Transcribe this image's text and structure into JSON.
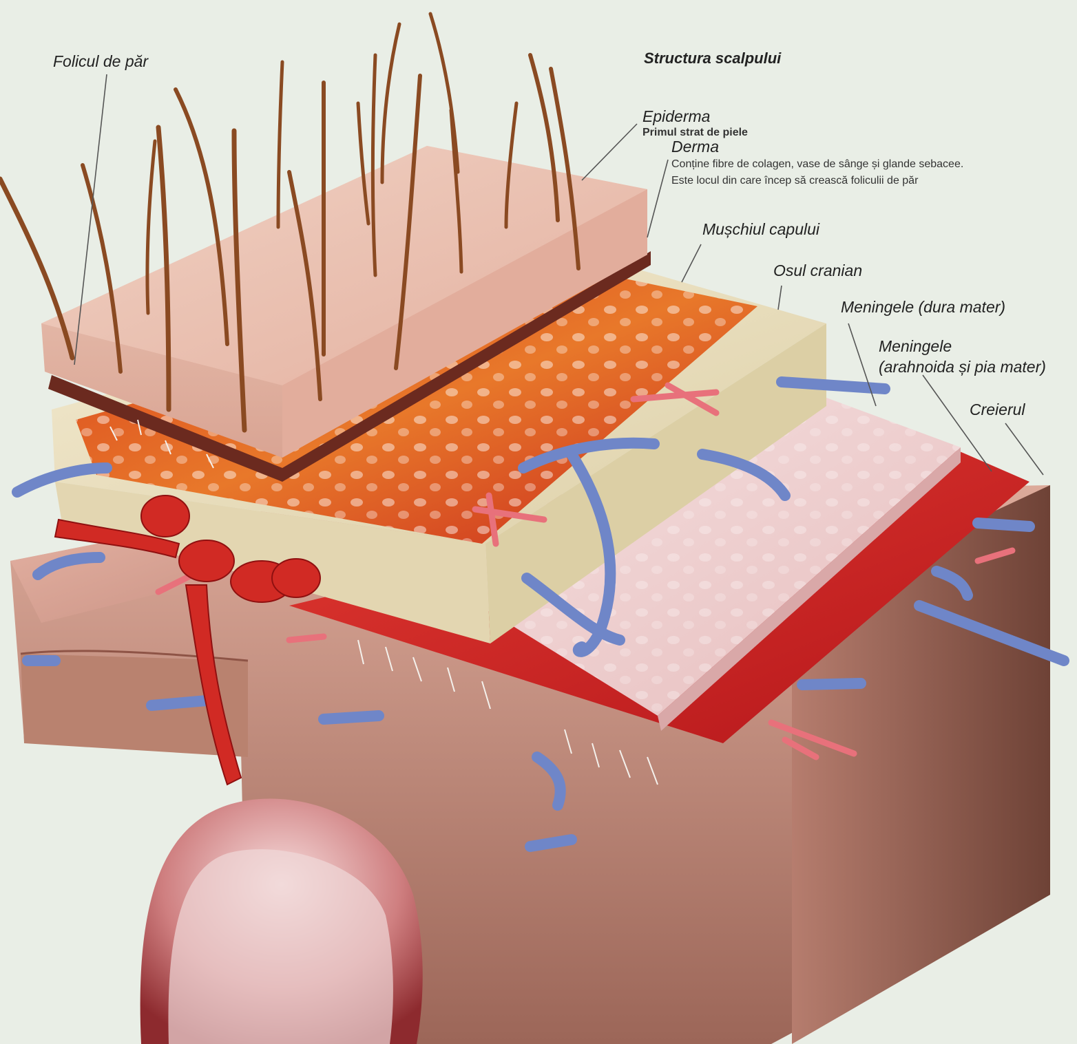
{
  "diagram": {
    "title": "Structura scalpului",
    "labels": {
      "hair_follicle": "Folicul de păr",
      "epidermis": "Epiderma",
      "epidermis_desc": "Primul strat de piele",
      "dermis": "Derma",
      "dermis_desc_1": "Conține fibre de colagen, vase de sânge și glande sebacee.",
      "dermis_desc_2": "Este locul din care încep să crească foliculii de păr",
      "head_muscle": "Mușchiul capului",
      "cranial_bone": "Osul cranian",
      "dura_mater": "Meningele (dura mater)",
      "arachnoid_1": "Meningele",
      "arachnoid_2": "(arahnoida și pia mater)",
      "brain": "Creierul"
    },
    "colors": {
      "background": "#e9eee6",
      "skin": "#ecc5b6",
      "muscle": "#cf3a22",
      "bone": "#ece2c2",
      "dura": "#f1d7d7",
      "arachnoid": "#d42525",
      "brain": "#c98f80",
      "vein": "#6f86c8",
      "artery": "#e8717b",
      "hair": "#8a4a22"
    }
  }
}
